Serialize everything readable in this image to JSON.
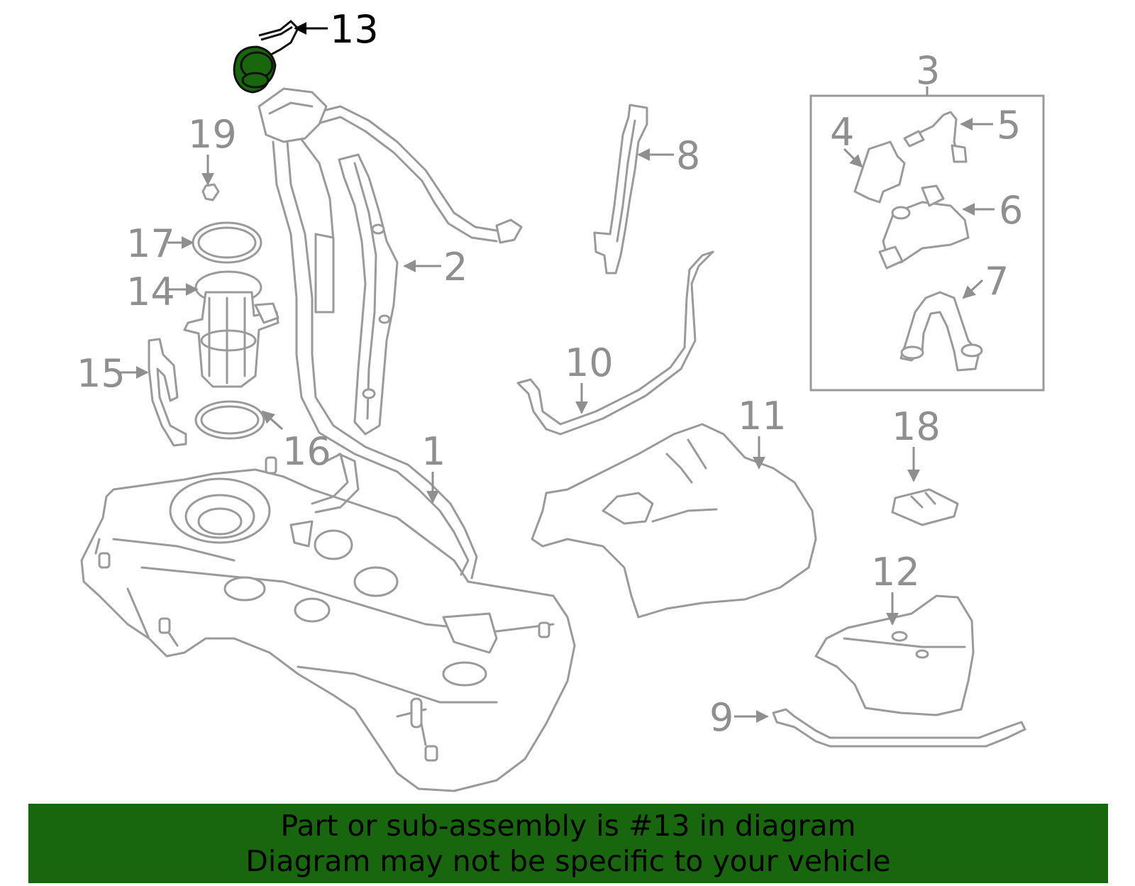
{
  "callouts": {
    "c1": "1",
    "c2": "2",
    "c3": "3",
    "c4": "4",
    "c5": "5",
    "c6": "6",
    "c7": "7",
    "c8": "8",
    "c9": "9",
    "c10": "10",
    "c11": "11",
    "c12": "12",
    "c13": "13",
    "c14": "14",
    "c15": "15",
    "c16": "16",
    "c17": "17",
    "c18": "18",
    "c19": "19"
  },
  "highlight": {
    "part": "13",
    "color": "#18670e"
  },
  "banner": {
    "line1": "Part or sub-assembly is #13 in diagram",
    "line2": "Diagram may not be specific to your vehicle",
    "color": "#18670e"
  }
}
